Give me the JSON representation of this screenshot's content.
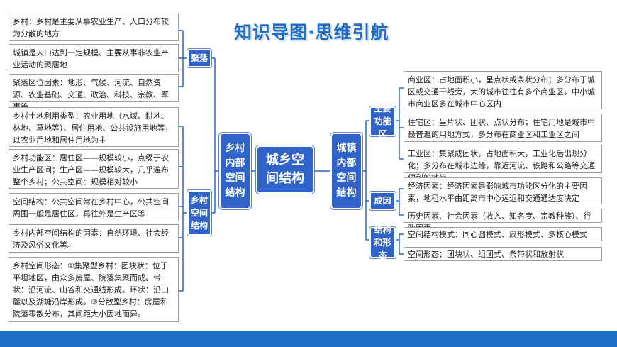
{
  "title": "知识导图·思维引航",
  "center": "城乡空间结构",
  "rural": {
    "main": "乡村内部空间结构",
    "juluo": {
      "label": "聚落",
      "items": [
        "乡村：乡村是主要从事农业生产、人口分布较为分散的地方",
        "城镇是人口达到一定规模、主要从事非农业产业活动的聚居地",
        "聚落区位因素：地形、气候、河流、自然资源、农业基础、交通、政治、科技、宗教、军事等"
      ]
    },
    "structure": {
      "label": "乡村空间结构",
      "items": [
        "乡村土地利用类型：农业用地（水域、耕地、林地、草地等）、居住用地、公共设施用地等，以农业用地和居住用地为主",
        "乡村功能区：居住区——规模较小，点缀于农业生产区间；生产区——规模较大，几乎遍布整个乡村；公共空间：规模相对较小",
        "空间结构：公共空间常在乡村中心，公共空间周围一般是居住区，再往外是生产区等",
        "乡村内部空间结构的因素：自然环境、社会经济及风俗文化等。",
        "乡村空间形态：①集聚型乡村：团块状：位于平坦地区，由众多房屋、院落集聚而成。带状：沿河流、山谷和交通线形成。环状：沿山麓以及湖塘沿岸形成。②分散型乡村：房屋和院落零散分布，其间距大小因地而异。"
      ]
    }
  },
  "urban": {
    "main": "城镇内部空间结构",
    "zones": {
      "label": "主要功能区",
      "items": [
        "商业区：占地面积小，呈点状或条状分布；多分布于城区或交通干线旁，大的城市往往有多个商业区。中小城市商业区多在城市中心区内",
        "住宅区：呈片状、团状、点状分布；住宅用地是城市中最普遍的用地方式，多分布在商业区和工业区之间",
        "工业区：集聚成团状，占地面积大，工业化后出现分化；多分布在城市边缘，靠近河流、铁路和公路等交通便利的地带"
      ]
    },
    "causes": {
      "label": "成因",
      "items": [
        "经济因素：经济因素是影响城市功能区分化的主要因素，地租水平由距离市中心远近和交通通达度决定",
        "历史因素、社会因素（收入、知名度、宗教种族）、行政因素"
      ]
    },
    "forms": {
      "label": "结构和形态",
      "items": [
        "空间结构模式：同心圆模式、扇形模式、多核心模式",
        "空间形态：团块状、组团式、条带状和放射状"
      ]
    }
  }
}
